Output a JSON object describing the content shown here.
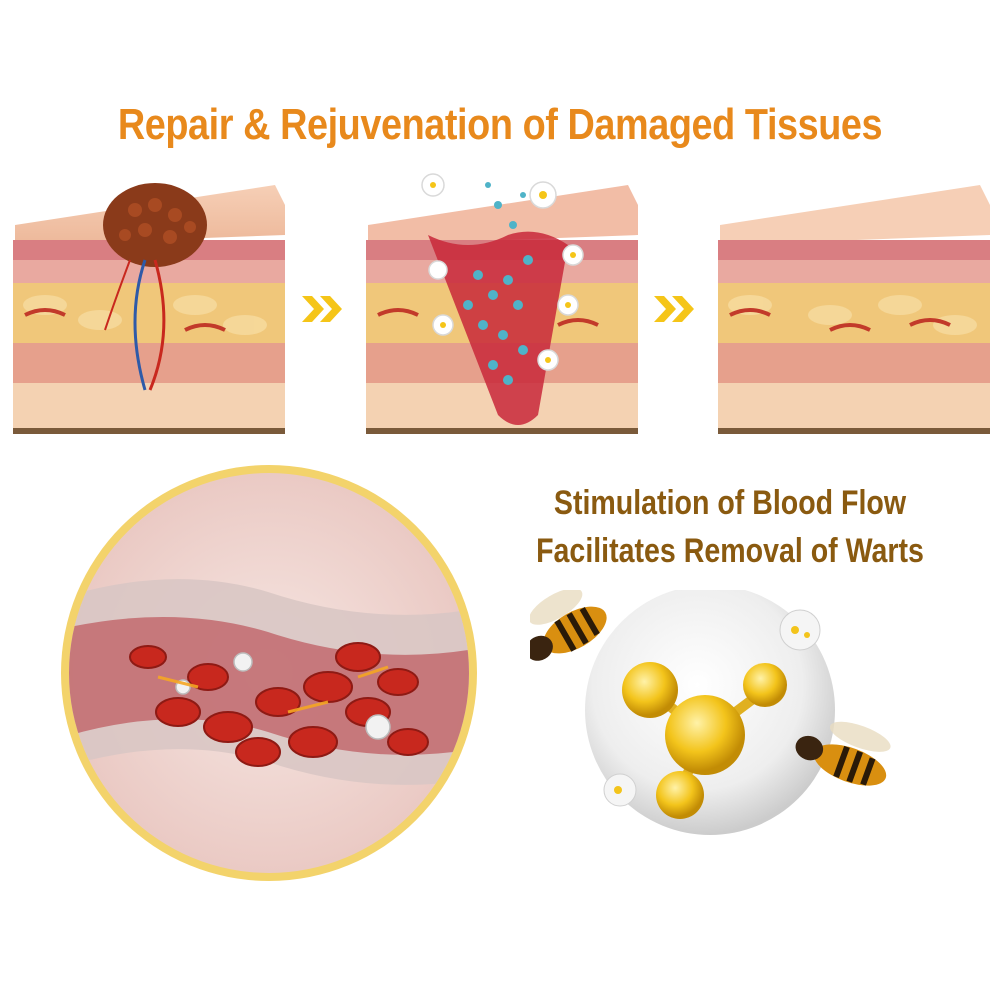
{
  "title": "Repair & Rejuvenation of Damaged Tissues",
  "subtitle": {
    "line1": "Stimulation of Blood Flow",
    "line2": "Facilitates Removal of Warts"
  },
  "colors": {
    "title": "#E8891C",
    "subtitle": "#8A5A10",
    "arrow": "#F5C518",
    "ring": "#F3D36B",
    "skin_top": "#F2C0A4",
    "dermis": "#E79A8E",
    "fat": "#F0C77A",
    "base": "#F4D2B2",
    "blood_cell": "#C8281E"
  },
  "stages": [
    {
      "name": "wart-stage",
      "icon": "skin-with-wart"
    },
    {
      "name": "treatment-stage",
      "icon": "skin-with-particles"
    },
    {
      "name": "healed-stage",
      "icon": "healthy-skin"
    }
  ],
  "icons": [
    "double-chevron-arrow-icon",
    "blood-vessel-illustration",
    "bee-icon",
    "molecule-sphere-icon"
  ]
}
